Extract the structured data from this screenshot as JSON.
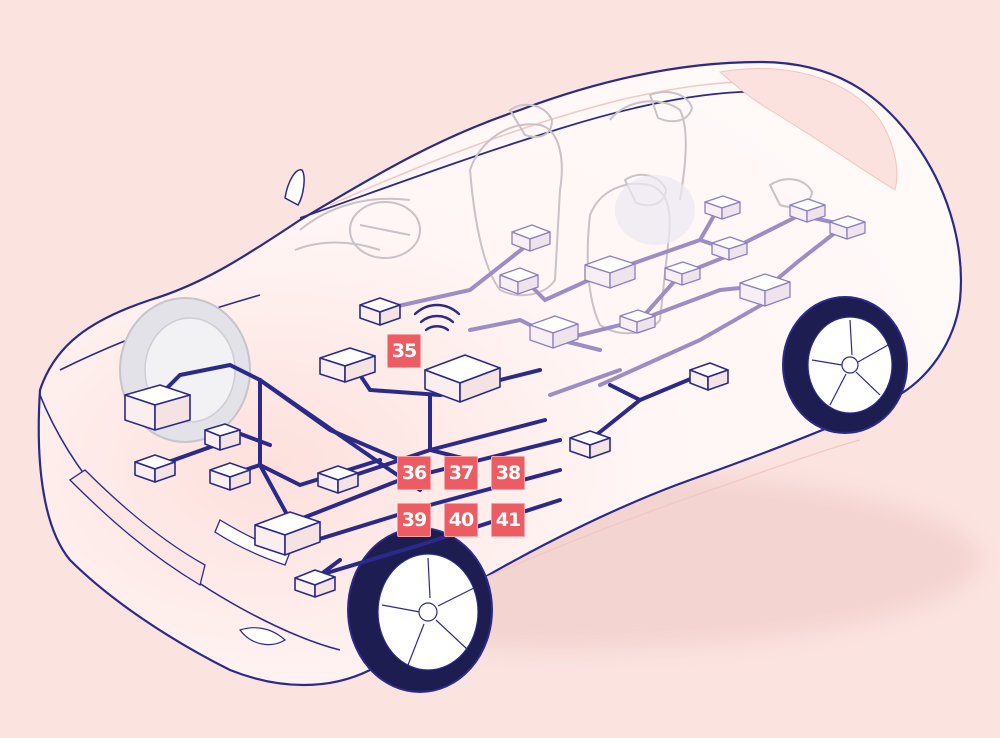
{
  "colors": {
    "background": "#fbe3e0",
    "body_fill": "#fff5f4",
    "body_outline": "#2b2a8a",
    "harness_dark": "#2b2a8a",
    "harness_light": "#9c8dc6",
    "interior_line": "#c9c2c6",
    "badge": "#ee5c63",
    "badge_text": "#ffffff"
  },
  "icons": [
    "wifi-icon"
  ],
  "badges": [
    {
      "id": "b35",
      "label": "35"
    },
    {
      "id": "b36",
      "label": "36"
    },
    {
      "id": "b37",
      "label": "37"
    },
    {
      "id": "b38",
      "label": "38"
    },
    {
      "id": "b39",
      "label": "39"
    },
    {
      "id": "b40",
      "label": "40"
    },
    {
      "id": "b41",
      "label": "41"
    }
  ]
}
